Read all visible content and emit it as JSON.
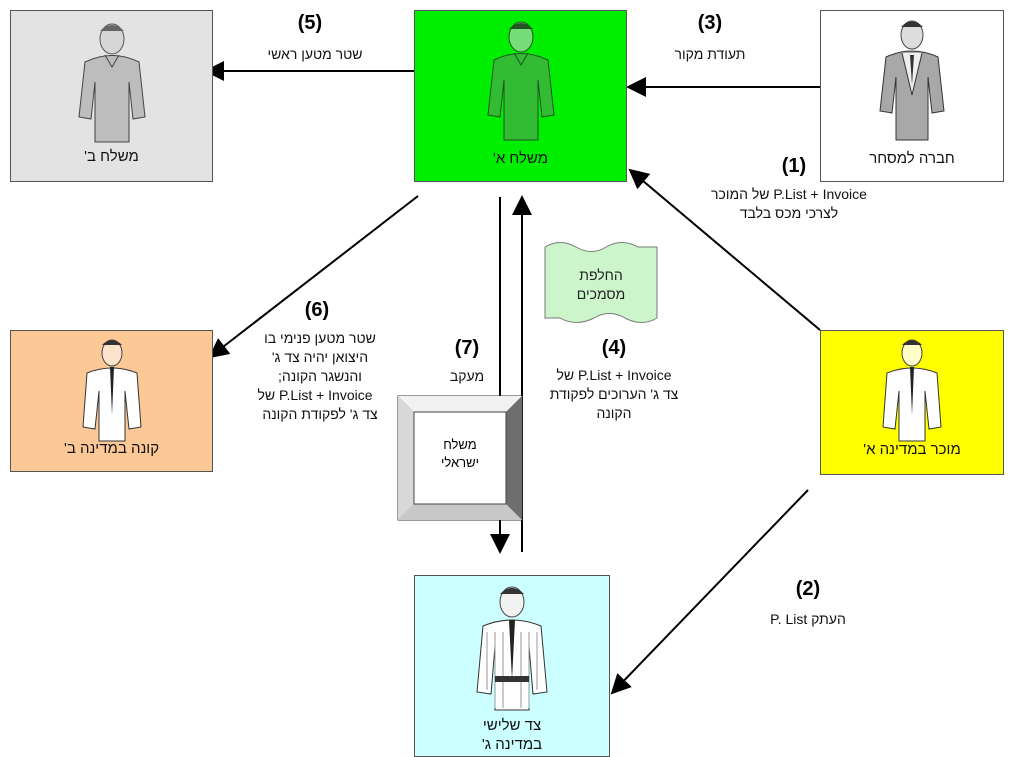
{
  "nodes": {
    "shipper_b": {
      "label": "משלח ב'",
      "color": "#e3e3e3"
    },
    "shipper_a": {
      "label": "משלח א'",
      "color": "#00ee00"
    },
    "trade_company": {
      "label": "חברה למסחר",
      "color": "#ffffff"
    },
    "buyer_b": {
      "label": "קונה במדינה ב'",
      "color": "#fcc896"
    },
    "seller_a": {
      "label": "מוכר במדינה א'",
      "color": "#ffff00"
    },
    "third_party": {
      "label_line1": "צד שלישי",
      "label_line2": "במדינה ג'",
      "color": "#ccffff"
    },
    "israeli_shipper": {
      "label_line1": "משלח",
      "label_line2": "ישראלי"
    }
  },
  "steps": {
    "s1": {
      "num": "(1)",
      "line1": "P.List + Invoice של המוכר",
      "line2": "לצרכי מכס בלבד"
    },
    "s2": {
      "num": "(2)",
      "line1": "העתק P. List"
    },
    "s3": {
      "num": "(3)",
      "line1": "תעודת מקור"
    },
    "s4": {
      "num": "(4)",
      "line1": "P.List + Invoice של",
      "line2": "צד ג' הערוכים לפקודת",
      "line3": "הקונה"
    },
    "s5": {
      "num": "(5)",
      "line1": "שטר מטען ראשי"
    },
    "s6": {
      "num": "(6)",
      "line1": "שטר מטען פנימי בו",
      "line2": "היצואן יהיה צד ג'",
      "line3": "והנשגר הקונה;",
      "line4": "P.List + Invoice של",
      "line5": "צד ג' לפקודת הקונה"
    },
    "s7": {
      "num": "(7)",
      "line1": "מעקב"
    }
  },
  "doc_exchange": {
    "line1": "החלפת",
    "line2": "מסמכים",
    "color": "#ccf5cc"
  }
}
